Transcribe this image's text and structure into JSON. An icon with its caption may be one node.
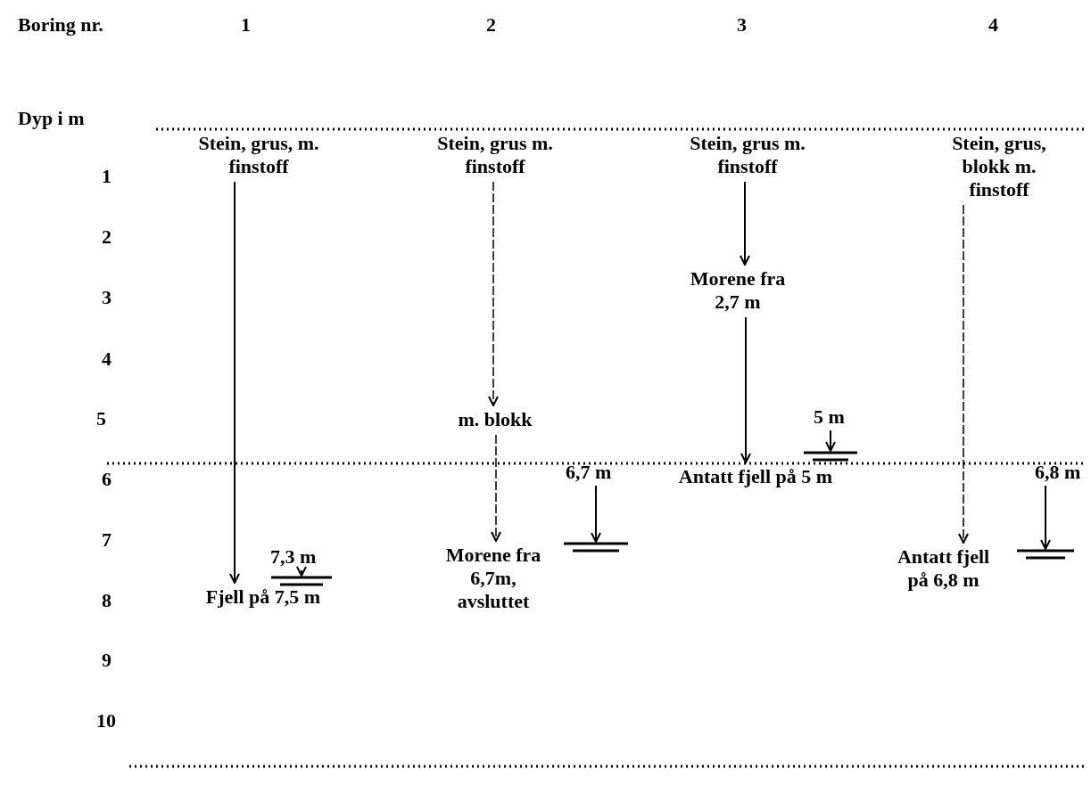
{
  "diagram": {
    "nodes": [
      {
        "text": [
          "Stein, grus, m. finstoff"
        ]
      },
      {
        "text": [
          "Fjell på 7,5 m"
        ]
      },
      {
        "text": [
          "Stein, grus m. finstoff"
        ]
      },
      {
        "text": [
          "m. blokk"
        ]
      },
      {
        "text": [
          "Morene fra 6,7m, avsluttet"
        ]
      },
      {
        "text": [
          "Stein, grus m. finstoff"
        ]
      },
      {
        "text": [
          "Morene fra 2,7 m"
        ]
      },
      {
        "text": [
          "Antatt fjell på 5 m"
        ]
      },
      {
        "text": [
          "Stein, grus, blokk m. finstoff"
        ]
      },
      {
        "text": [
          "Antatt fjell på 6,8 m"
        ]
      }
    ],
    "edges": [
      {
        "from": 0,
        "to": 1,
        "arrow": "to"
      },
      {
        "from": 2,
        "to": 3,
        "arrow": "to",
        "style": "dashed"
      },
      {
        "from": 3,
        "to": 4,
        "arrow": "to",
        "style": "dashed"
      },
      {
        "from": 5,
        "to": 6,
        "arrow": "to"
      },
      {
        "from": 6,
        "to": 7,
        "arrow": "to"
      },
      {
        "from": 8,
        "to": 9,
        "arrow": "to",
        "style": "dashed"
      }
    ],
    "labels": [
      "Boring nr.",
      "1",
      "2",
      "3",
      "4",
      "Dyp i m",
      "1",
      "2",
      "3",
      "4",
      "5",
      "6",
      "7",
      "8",
      "9",
      "10",
      "5 m",
      "6,7 m",
      "6,8 m",
      "7,3 m"
    ]
  }
}
